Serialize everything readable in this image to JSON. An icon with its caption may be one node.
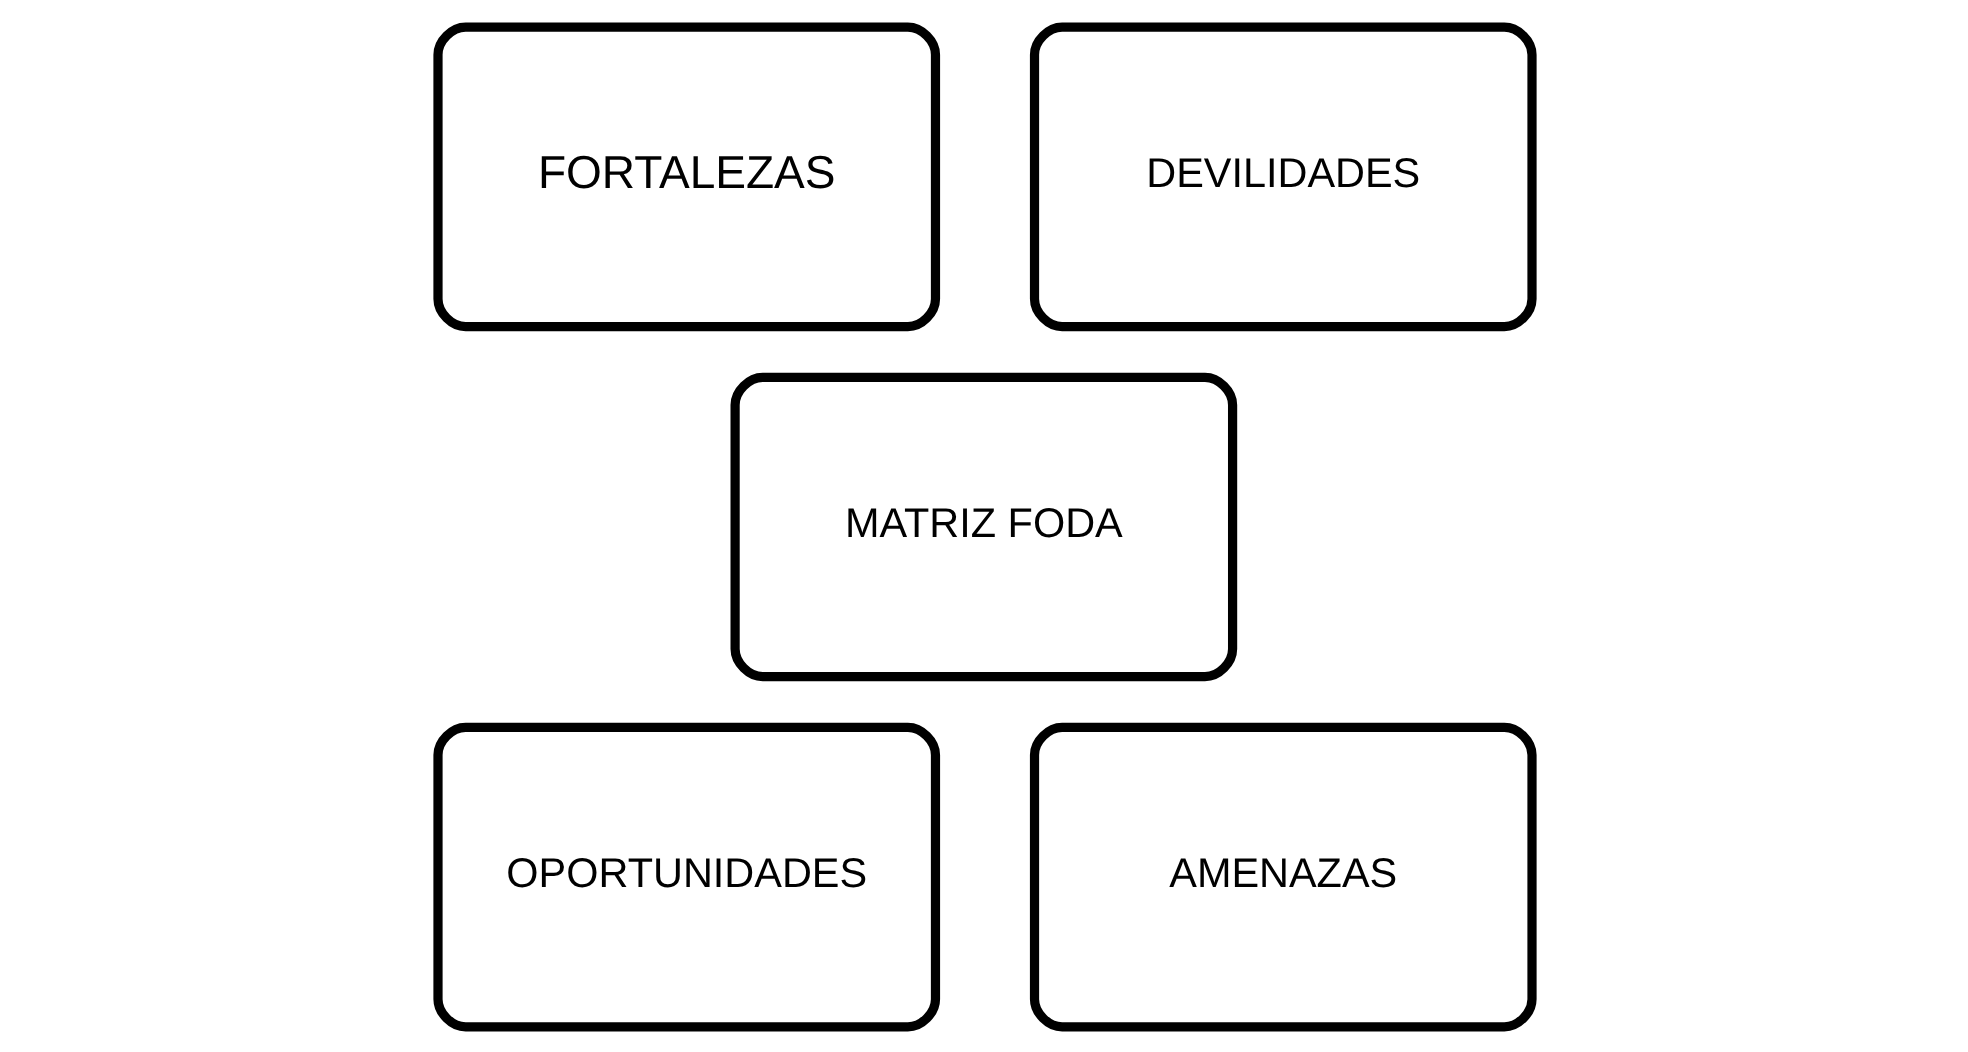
{
  "diagram": {
    "nodes": [
      {
        "text": [
          "FORTALEZAS"
        ]
      },
      {
        "text": [
          "DEVILIDADES"
        ]
      },
      {
        "text": [
          "MATRIZ FODA"
        ]
      },
      {
        "text": [
          "OPORTUNIDADES"
        ]
      },
      {
        "text": [
          "AMENAZAS"
        ]
      }
    ]
  }
}
